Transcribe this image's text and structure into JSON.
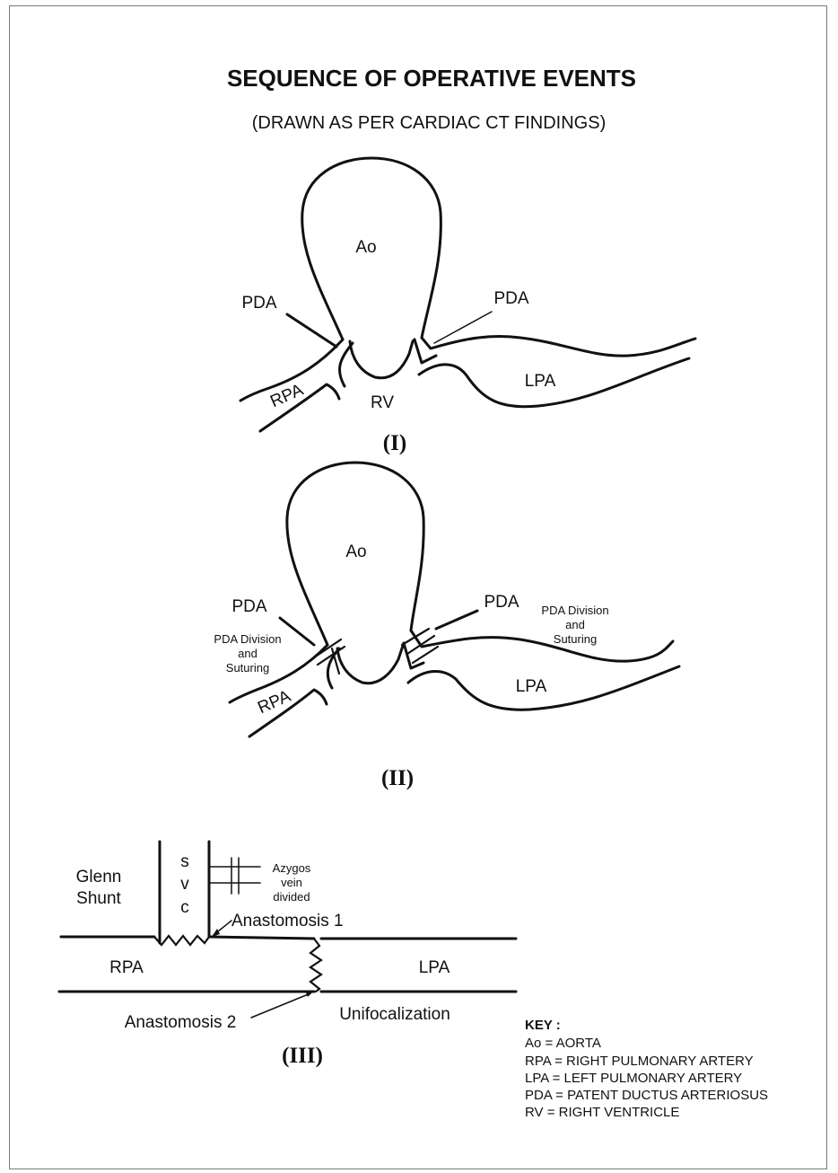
{
  "title": "SEQUENCE OF OPERATIVE EVENTS",
  "subtitle": "(DRAWN AS PER CARDIAC CT FINDINGS)",
  "panel1": {
    "label": "(I)",
    "ao": "Ao",
    "pda_left": "PDA",
    "pda_right": "PDA",
    "rpa": "RPA",
    "rv": "RV",
    "lpa": "LPA"
  },
  "panel2": {
    "label": "(II)",
    "ao": "Ao",
    "pda_left": "PDA",
    "pda_right": "PDA",
    "rpa": "RPA",
    "lpa": "LPA",
    "division_left": [
      "PDA Division",
      "and",
      "Suturing"
    ],
    "division_right": [
      "PDA Division",
      "and",
      "Suturing"
    ]
  },
  "panel3": {
    "label": "(III)",
    "glenn": [
      "Glenn",
      "Shunt"
    ],
    "svc": [
      "s",
      "v",
      "c"
    ],
    "azygos": [
      "Azygos",
      "vein",
      "divided"
    ],
    "anastomosis1": "Anastomosis 1",
    "anastomosis2": "Anastomosis 2",
    "rpa": "RPA",
    "lpa": "LPA",
    "unifocalization": "Unifocalization"
  },
  "key": {
    "heading": "KEY :",
    "items": [
      "Ao = AORTA",
      "RPA = RIGHT PULMONARY ARTERY",
      "LPA = LEFT PULMONARY ARTERY",
      "PDA = PATENT DUCTUS ARTERIOSUS",
      "RV = RIGHT VENTRICLE"
    ]
  }
}
